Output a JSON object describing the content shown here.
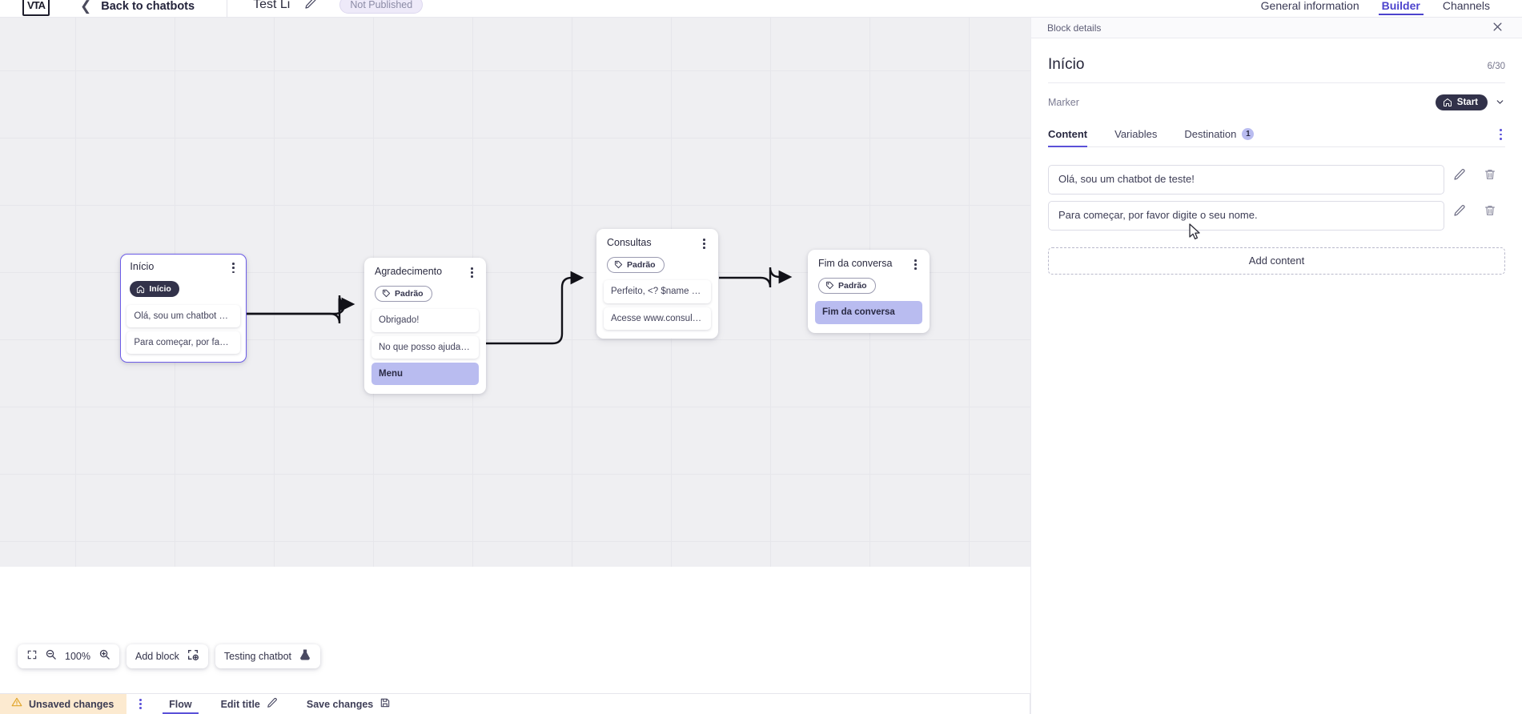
{
  "header": {
    "logo_glyph": "VTA",
    "back_label": "Back to chatbots",
    "bot_name": "Test Li",
    "status_badge": "Not Published",
    "tabs": [
      {
        "label": "General information",
        "active": false
      },
      {
        "label": "Builder",
        "active": true
      },
      {
        "label": "Channels",
        "active": false
      }
    ]
  },
  "canvas": {
    "nodes": [
      {
        "title": "Início",
        "chip": "Início",
        "chip_type": "start",
        "selected": true,
        "rows": [
          {
            "text": "Olá, sou um chatbot de teste!",
            "highlight": false
          },
          {
            "text": "Para começar, por favor digite o ...",
            "highlight": false
          }
        ]
      },
      {
        "title": "Agradecimento",
        "chip": "Padrão",
        "chip_type": "default",
        "selected": false,
        "rows": [
          {
            "text": "Obrigado!",
            "highlight": false
          },
          {
            "text": "No que posso ajudar, <? $name ...",
            "highlight": false
          },
          {
            "text": "Menu",
            "highlight": true
          }
        ]
      },
      {
        "title": "Consultas",
        "chip": "Padrão",
        "chip_type": "default",
        "selected": false,
        "rows": [
          {
            "text": "Perfeito, <? $name ?>!",
            "highlight": false
          },
          {
            "text": "Acesse www.consultas.com par...",
            "highlight": false
          }
        ]
      },
      {
        "title": "Fim da conversa",
        "chip": "Padrão",
        "chip_type": "default",
        "selected": false,
        "rows": [
          {
            "text": "Fim da conversa",
            "highlight": true
          }
        ]
      }
    ]
  },
  "toolbar": {
    "fit_icon": "fit-screen-icon",
    "zoom_out_icon": "zoom-out-icon",
    "zoom_level": "100%",
    "zoom_in_icon": "zoom-in-icon",
    "add_block_label": "Add block",
    "add_block_icon": "add-block-icon",
    "testing_label": "Testing chatbot",
    "testing_icon": "flask-icon"
  },
  "statusbar": {
    "unsaved_label": "Unsaved changes",
    "warning_icon": "warning-triangle-icon",
    "flow_label": "Flow",
    "edit_title_label": "Edit title",
    "edit_title_icon": "pencil-icon",
    "save_label": "Save changes",
    "save_icon": "save-disk-icon"
  },
  "panel": {
    "header_title": "Block details",
    "close_icon": "close-icon",
    "block_title": "Início",
    "char_count": "6/30",
    "marker_label": "Marker",
    "marker_value": "Start",
    "marker_icon": "home-icon",
    "marker_chevron": "chevron-down-icon",
    "tabs": [
      {
        "label": "Content",
        "active": true,
        "badge": null
      },
      {
        "label": "Variables",
        "active": false,
        "badge": null
      },
      {
        "label": "Destination",
        "active": false,
        "badge": "1"
      }
    ],
    "content_items": [
      {
        "text": "Olá, sou um chatbot de teste!"
      },
      {
        "text": "Para começar, por favor digite o seu nome."
      }
    ],
    "edit_icon": "pencil-icon",
    "delete_icon": "trash-icon",
    "add_content_label": "Add content"
  },
  "colors": {
    "accent": "#5b51d8",
    "accent_tab": "#4c43cd",
    "highlight_row": "#b9bcf0",
    "dark_chip": "#32324a",
    "unsaved_bg": "#fcead0",
    "canvas_bg": "#efeff2"
  }
}
